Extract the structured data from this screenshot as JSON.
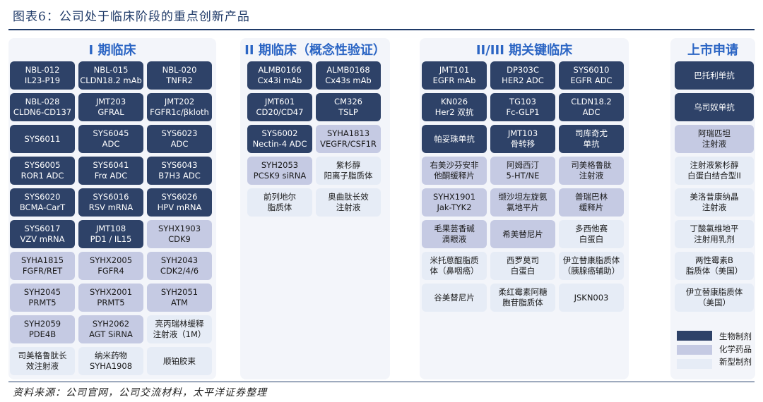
{
  "header": {
    "figure_title": "图表6：公司处于临床阶段的重点创新产品"
  },
  "phases": [
    {
      "title": "I 期临床"
    },
    {
      "title": "II 期临床（概念性验证）"
    },
    {
      "title": "II/III 期关键临床"
    },
    {
      "title": "上市申请"
    }
  ],
  "columns": [
    [
      [
        {
          "lines": [
            "NBL-012",
            "IL23-P19"
          ],
          "type": "bio"
        },
        {
          "lines": [
            "NBL-028",
            "CLDN6-CD137"
          ],
          "type": "bio"
        },
        {
          "lines": [
            "SYS6011"
          ],
          "type": "bio"
        },
        {
          "lines": [
            "SYS6005",
            "ROR1 ADC"
          ],
          "type": "bio"
        },
        {
          "lines": [
            "SYS6020",
            "BCMA-CarT"
          ],
          "type": "bio"
        },
        {
          "lines": [
            "SYS6017",
            "VZV mRNA"
          ],
          "type": "bio"
        },
        {
          "lines": [
            "SYHA1815",
            "FGFR/RET"
          ],
          "type": "chem"
        },
        {
          "lines": [
            "SYH2045",
            "PRMT5"
          ],
          "type": "chem"
        },
        {
          "lines": [
            "SYH2059",
            "PDE4B"
          ],
          "type": "chem"
        },
        {
          "lines": [
            "司美格鲁肽长",
            "效注射液"
          ],
          "type": "new"
        }
      ],
      [
        {
          "lines": [
            "NBL-015",
            "CLDN18.2 mAb"
          ],
          "type": "bio"
        },
        {
          "lines": [
            "JMT203",
            "GFRAL"
          ],
          "type": "bio"
        },
        {
          "lines": [
            "SYS6045",
            "ADC"
          ],
          "type": "bio"
        },
        {
          "lines": [
            "SYS6041",
            "Frα ADC"
          ],
          "type": "bio"
        },
        {
          "lines": [
            "SYS6016",
            "RSV mRNA"
          ],
          "type": "bio"
        },
        {
          "lines": [
            "JMT108",
            "PD1 / IL15"
          ],
          "type": "bio"
        },
        {
          "lines": [
            "SYHX2005",
            "FGFR4"
          ],
          "type": "chem"
        },
        {
          "lines": [
            "SYHX2001",
            "PRMT5"
          ],
          "type": "chem"
        },
        {
          "lines": [
            "SYH2062",
            "AGT SiRNA"
          ],
          "type": "chem"
        },
        {
          "lines": [
            "纳米药物",
            "SYHA1908"
          ],
          "type": "new"
        }
      ],
      [
        {
          "lines": [
            "NBL-020",
            "TNFR2"
          ],
          "type": "bio"
        },
        {
          "lines": [
            "JMT202",
            "FGFR1c/βkloth"
          ],
          "type": "bio"
        },
        {
          "lines": [
            "SYS6023",
            "ADC"
          ],
          "type": "bio"
        },
        {
          "lines": [
            "SYS6043",
            "B7H3 ADC"
          ],
          "type": "bio"
        },
        {
          "lines": [
            "SYS6026",
            "HPV mRNA"
          ],
          "type": "bio"
        },
        {
          "lines": [
            "SYHX1903",
            "CDK9"
          ],
          "type": "chem"
        },
        {
          "lines": [
            "SYH2043",
            "CDK2/4/6"
          ],
          "type": "chem"
        },
        {
          "lines": [
            "SYH2051",
            "ATM"
          ],
          "type": "chem"
        },
        {
          "lines": [
            "亮丙瑞林缓释",
            "注射液（1M）"
          ],
          "type": "new"
        },
        {
          "lines": [
            "顺铂胶束"
          ],
          "type": "new"
        }
      ]
    ],
    [
      [
        {
          "lines": [
            "ALMB0166",
            "Cx43i mAb"
          ],
          "type": "bio"
        },
        {
          "lines": [
            "JMT601",
            "CD20/CD47"
          ],
          "type": "bio"
        },
        {
          "lines": [
            "SYS6002",
            "Nectin-4 ADC"
          ],
          "type": "bio"
        },
        {
          "lines": [
            "SYH2053",
            "PCSK9 siRNA"
          ],
          "type": "chem"
        },
        {
          "lines": [
            "前列地尔",
            "脂质体"
          ],
          "type": "new"
        }
      ],
      [
        {
          "lines": [
            "ALMB0168",
            "Cx43s mAb"
          ],
          "type": "bio"
        },
        {
          "lines": [
            "CM326",
            "TSLP"
          ],
          "type": "bio"
        },
        {
          "lines": [
            "SYHA1813",
            "VEGFR/CSF1R"
          ],
          "type": "chem"
        },
        {
          "lines": [
            "紫杉醇",
            "阳离子脂质体"
          ],
          "type": "new"
        },
        {
          "lines": [
            "奥曲肽长效",
            "注射液"
          ],
          "type": "new"
        }
      ]
    ],
    [
      [
        {
          "lines": [
            "JMT101",
            "EGFR mAb"
          ],
          "type": "bio"
        },
        {
          "lines": [
            "KN026",
            "Her2 双抗"
          ],
          "type": "bio"
        },
        {
          "lines": [
            "帕妥珠单抗"
          ],
          "type": "bio"
        },
        {
          "lines": [
            "右美沙芬安非",
            "他酮缓释片"
          ],
          "type": "chem"
        },
        {
          "lines": [
            "SYHX1901",
            "Jak-TYK2"
          ],
          "type": "chem"
        },
        {
          "lines": [
            "毛果芸香碱",
            "滴眼液"
          ],
          "type": "chem"
        },
        {
          "lines": [
            "米托蒽醌脂质",
            "体（鼻咽癌）"
          ],
          "type": "new"
        },
        {
          "lines": [
            "谷美替尼片"
          ],
          "type": "new"
        }
      ],
      [
        {
          "lines": [
            "DP303C",
            "HER2 ADC"
          ],
          "type": "bio"
        },
        {
          "lines": [
            "TG103",
            "Fc-GLP1"
          ],
          "type": "bio"
        },
        {
          "lines": [
            "JMT103",
            "骨转移"
          ],
          "type": "bio"
        },
        {
          "lines": [
            "阿姆西汀",
            "5-HT/NE"
          ],
          "type": "chem"
        },
        {
          "lines": [
            "缬沙坦左旋氨",
            "氯地平片"
          ],
          "type": "chem"
        },
        {
          "lines": [
            "希美替尼片"
          ],
          "type": "chem"
        },
        {
          "lines": [
            "西罗莫司",
            "白蛋白"
          ],
          "type": "new"
        },
        {
          "lines": [
            "柔红霉素阿糖",
            "胞苷脂质体"
          ],
          "type": "new"
        }
      ],
      [
        {
          "lines": [
            "SYS6010",
            "EGFR ADC"
          ],
          "type": "bio"
        },
        {
          "lines": [
            "CLDN18.2",
            "ADC"
          ],
          "type": "bio"
        },
        {
          "lines": [
            "司库奇尤",
            "单抗"
          ],
          "type": "bio"
        },
        {
          "lines": [
            "司美格鲁肽",
            "注射液"
          ],
          "type": "chem"
        },
        {
          "lines": [
            "普瑞巴林",
            "缓释片"
          ],
          "type": "chem"
        },
        {
          "lines": [
            "多西他赛",
            "白蛋白"
          ],
          "type": "new"
        },
        {
          "lines": [
            "伊立替康脂质体",
            "（胰腺癌辅助）"
          ],
          "type": "new"
        },
        {
          "lines": [
            "JSKN003"
          ],
          "type": "new"
        }
      ]
    ],
    [
      [
        {
          "lines": [
            "巴托利单抗"
          ],
          "type": "bio"
        },
        {
          "lines": [
            "乌司奴单抗"
          ],
          "type": "bio"
        },
        {
          "lines": [
            "阿瑞匹坦",
            "注射液"
          ],
          "type": "chem"
        },
        {
          "lines": [
            "注射液紫杉醇",
            "白蛋白结合型II"
          ],
          "type": "new"
        },
        {
          "lines": [
            "美洛昔康纳晶",
            "注射液"
          ],
          "type": "new"
        },
        {
          "lines": [
            "丁酸氯维地平",
            "注射用乳剂"
          ],
          "type": "new"
        },
        {
          "lines": [
            "两性霉素B",
            "脂质体（美国）"
          ],
          "type": "new"
        },
        {
          "lines": [
            "伊立替康脂质体",
            "（美国）"
          ],
          "type": "new"
        }
      ]
    ]
  ],
  "legend": [
    {
      "label": "生物制剂",
      "type": "bio",
      "color": "#2e4268"
    },
    {
      "label": "化学药品",
      "type": "chem",
      "color": "#c5cae3"
    },
    {
      "label": "新型制剂",
      "type": "new",
      "color": "#e6ecf6"
    }
  ],
  "footer": {
    "source": "资料来源：公司官网，公司交流材料，太平洋证券整理"
  }
}
